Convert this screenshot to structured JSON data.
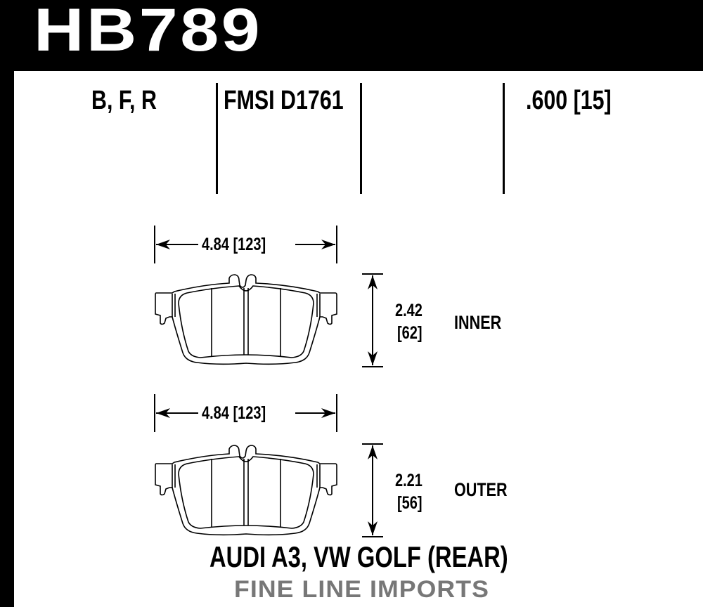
{
  "part_number": "HB789",
  "header": {
    "compounds": "B, F, R",
    "fmsi": "FMSI D1761",
    "thickness": ".600 [15]"
  },
  "pads": [
    {
      "name": "inner",
      "width": "4.84  [123]",
      "height_in": "2.42",
      "height_mm": "[62]",
      "label": "INNER"
    },
    {
      "name": "outer",
      "width": "4.84  [123]",
      "height_in": "2.21",
      "height_mm": "[56]",
      "label": "OUTER"
    }
  ],
  "application": "AUDI A3, VW GOLF (REAR)",
  "watermark": "FINE LINE IMPORTS",
  "colors": {
    "banner": "#000000",
    "text": "#000000",
    "watermark": "#777777"
  }
}
